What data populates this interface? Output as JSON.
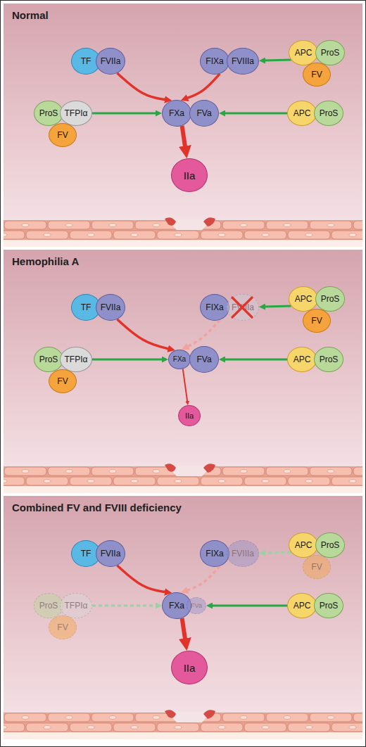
{
  "diagram": {
    "nodes": [
      {
        "text": [
          "Normal"
        ]
      },
      {
        "text": [
          "TF"
        ],
        "in": 0
      },
      {
        "text": [
          "FVIIa"
        ],
        "in": 0
      },
      {
        "text": [
          "FIXa"
        ],
        "in": 0
      },
      {
        "text": [
          "FVIIIa"
        ],
        "in": 0
      },
      {
        "text": [
          "APC"
        ],
        "in": 0
      },
      {
        "text": [
          "ProS"
        ],
        "in": 0
      },
      {
        "text": [
          "FV"
        ],
        "in": 0
      },
      {
        "text": [
          "ProS"
        ],
        "in": 0
      },
      {
        "text": [
          "TFPIα"
        ],
        "in": 0
      },
      {
        "text": [
          "FV"
        ],
        "in": 0
      },
      {
        "text": [
          "FXa"
        ],
        "in": 0
      },
      {
        "text": [
          "FVa"
        ],
        "in": 0
      },
      {
        "text": [
          "APC"
        ],
        "in": 0
      },
      {
        "text": [
          "ProS"
        ],
        "in": 0
      },
      {
        "text": [
          "IIa"
        ],
        "in": 0
      },
      {
        "text": [
          "Hemophilia A"
        ]
      },
      {
        "text": [
          "TF"
        ],
        "in": 16
      },
      {
        "text": [
          "FVIIa"
        ],
        "in": 16
      },
      {
        "text": [
          "FIXa"
        ],
        "in": 16
      },
      {
        "text": [
          "FVIIIa"
        ],
        "in": 16
      },
      {
        "text": [
          "APC"
        ],
        "in": 16
      },
      {
        "text": [
          "ProS"
        ],
        "in": 16
      },
      {
        "text": [
          "FV"
        ],
        "in": 16
      },
      {
        "text": [
          "ProS"
        ],
        "in": 16
      },
      {
        "text": [
          "TFPIα"
        ],
        "in": 16
      },
      {
        "text": [
          "FV"
        ],
        "in": 16
      },
      {
        "text": [
          "FXa"
        ],
        "in": 16
      },
      {
        "text": [
          "FVa"
        ],
        "in": 16
      },
      {
        "text": [
          "APC"
        ],
        "in": 16
      },
      {
        "text": [
          "ProS"
        ],
        "in": 16
      },
      {
        "text": [
          "IIa"
        ],
        "in": 16
      },
      {
        "text": [
          "Combined FV and FVIII deficiency"
        ]
      },
      {
        "text": [
          "TF"
        ],
        "in": 32
      },
      {
        "text": [
          "FVIIa"
        ],
        "in": 32
      },
      {
        "text": [
          "FIXa"
        ],
        "in": 32
      },
      {
        "text": [
          "FVIIIa"
        ],
        "in": 32
      },
      {
        "text": [
          "APC"
        ],
        "in": 32
      },
      {
        "text": [
          "ProS"
        ],
        "in": 32
      },
      {
        "text": [
          "FV"
        ],
        "in": 32
      },
      {
        "text": [
          "ProS"
        ],
        "in": 32
      },
      {
        "text": [
          "TFPIα"
        ],
        "in": 32
      },
      {
        "text": [
          "FV"
        ],
        "in": 32
      },
      {
        "text": [
          "FXa"
        ],
        "in": 32
      },
      {
        "text": [
          "FVa"
        ],
        "in": 32
      },
      {
        "text": [
          "APC"
        ],
        "in": 32
      },
      {
        "text": [
          "ProS"
        ],
        "in": 32
      },
      {
        "text": [
          "IIa"
        ],
        "in": 32
      }
    ],
    "edges": [
      {
        "from": 2,
        "to": 11,
        "arrow": "to"
      },
      {
        "from": 3,
        "to": 11,
        "arrow": "to"
      },
      {
        "from": 5,
        "to": 4,
        "arrow": "to"
      },
      {
        "from": 9,
        "to": 11,
        "arrow": "to"
      },
      {
        "from": 13,
        "to": 12,
        "arrow": "to"
      },
      {
        "from": 11,
        "to": 15,
        "arrow": "to"
      },
      {
        "from": 18,
        "to": 27,
        "arrow": "to"
      },
      {
        "from": 19,
        "to": 27,
        "arrow": "to"
      },
      {
        "from": 21,
        "to": 20,
        "arrow": "to"
      },
      {
        "from": 25,
        "to": 27,
        "arrow": "to"
      },
      {
        "from": 29,
        "to": 28,
        "arrow": "to"
      },
      {
        "from": 27,
        "to": 31,
        "arrow": "to"
      },
      {
        "from": 34,
        "to": 43,
        "arrow": "to"
      },
      {
        "from": 35,
        "to": 43,
        "arrow": "to"
      },
      {
        "from": 37,
        "to": 36,
        "arrow": "to"
      },
      {
        "from": 41,
        "to": 43,
        "arrow": "to"
      },
      {
        "from": 45,
        "to": 44,
        "arrow": "to"
      },
      {
        "from": 43,
        "to": 47,
        "arrow": "to"
      }
    ]
  }
}
